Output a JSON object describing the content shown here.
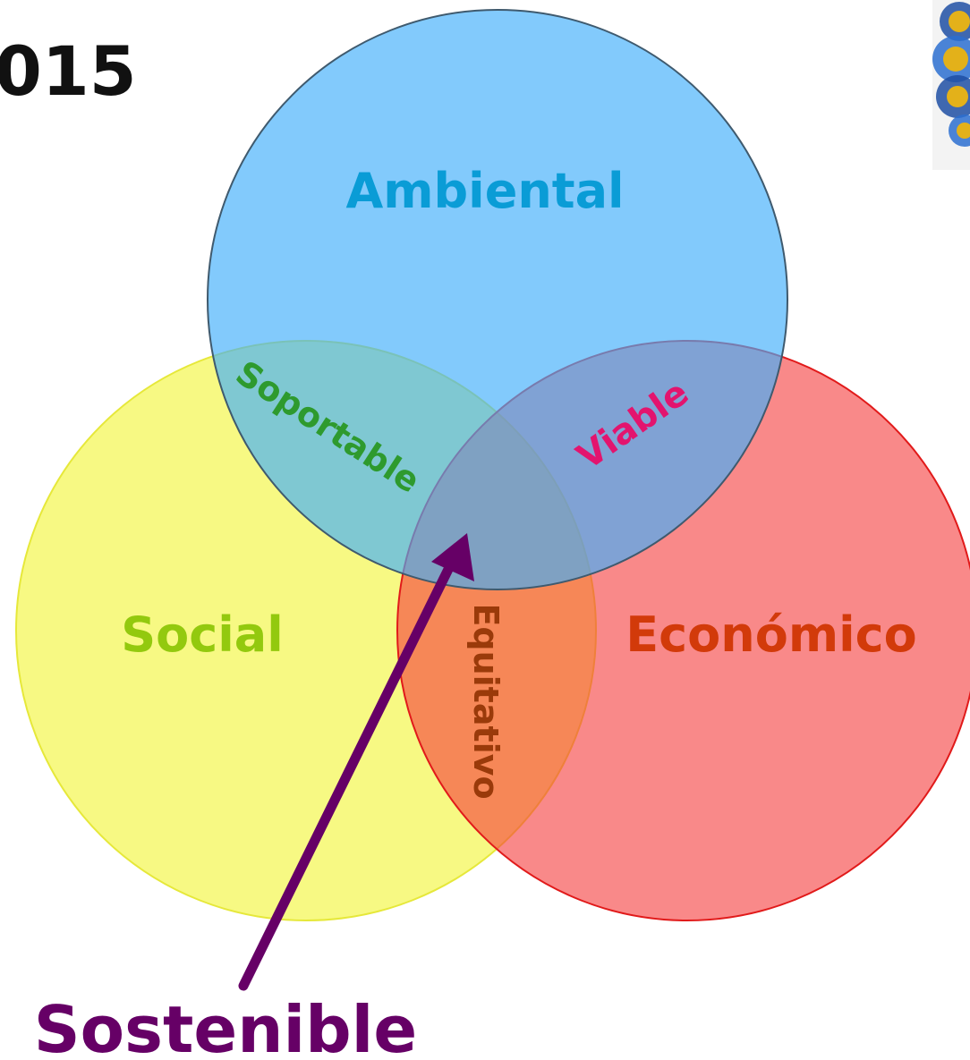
{
  "header": {
    "year_fragment": "015"
  },
  "diagram": {
    "circles": {
      "ambiental": {
        "label": "Ambiental",
        "fill": "#41AFFB",
        "stroke": "#3F5A6E",
        "text_color": "#0A9CD6"
      },
      "social": {
        "label": "Social",
        "fill": "#F1F530",
        "stroke": "#E6E83A",
        "text_color": "#93C90E"
      },
      "economico": {
        "label": "Económico",
        "fill": "#F53A3A",
        "stroke": "#E11A1A",
        "text_color": "#D23A0A"
      }
    },
    "intersections": {
      "soportable": {
        "label": "Soportable",
        "text_color": "#2E9A2E"
      },
      "viable": {
        "label": "Viable",
        "text_color": "#E3146E"
      },
      "equitativo": {
        "label": "Equitativo",
        "text_color": "#9A3A0A"
      }
    },
    "center": {
      "label": "Sostenible",
      "text_color": "#660066",
      "arrow_color": "#660066"
    }
  },
  "logo": {
    "icon": "decorative-emblem-icon",
    "colors": [
      "#1E4FA3",
      "#E3B11A",
      "#2C6ED0"
    ]
  }
}
